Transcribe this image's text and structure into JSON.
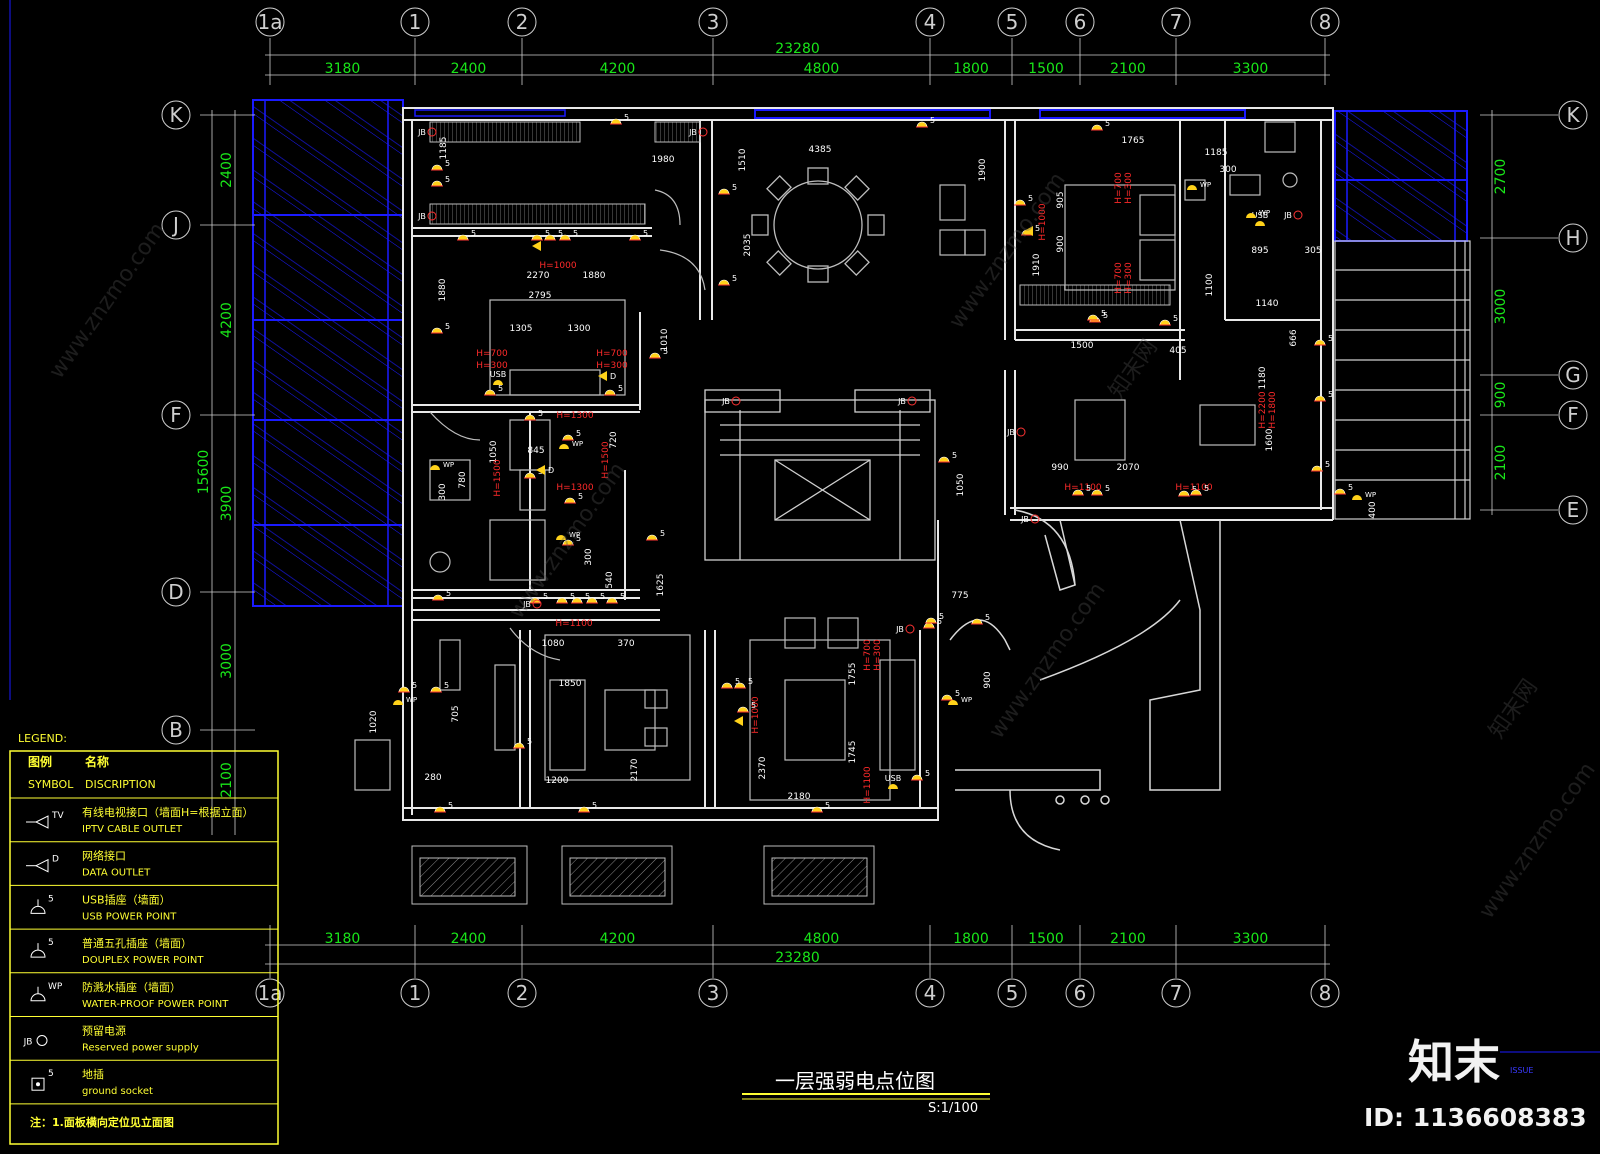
{
  "colors": {
    "background": "#000000",
    "dimension_green": "#19e619",
    "wall_white": "#e8e8e8",
    "furniture_gray": "#9a9a9a",
    "legend_yellow": "#ffff33",
    "height_red": "#ff2a2a",
    "blue_hatch": "#1a1aff",
    "outlet_yellow": "#ffd21a"
  },
  "grid_columns": {
    "top": [
      "1a",
      "1",
      "2",
      "3",
      "4",
      "5",
      "6",
      "7",
      "8"
    ],
    "bottom": [
      "1a",
      "1",
      "2",
      "3",
      "4",
      "5",
      "6",
      "7",
      "8"
    ]
  },
  "grid_rows": {
    "left": [
      "K",
      "J",
      "F",
      "D",
      "B"
    ],
    "right": [
      "K",
      "H",
      "G",
      "F",
      "E"
    ]
  },
  "dimensions": {
    "top_total": "23280",
    "top_segments": [
      "3180",
      "2400",
      "4200",
      "4800",
      "1800",
      "1500",
      "2100",
      "3300"
    ],
    "bottom_total": "23280",
    "bottom_segments": [
      "3180",
      "2400",
      "4200",
      "4800",
      "1800",
      "1500",
      "2100",
      "3300"
    ],
    "left_total": "15600",
    "left_segments": [
      "2400",
      "4200",
      "3900",
      "3000",
      "2100"
    ],
    "right_segments": [
      "2700",
      "3000",
      "900",
      "2100"
    ]
  },
  "annotations": {
    "dims": [
      "1185",
      "1980",
      "1510",
      "4385",
      "1900",
      "1765",
      "1185",
      "300",
      "2035",
      "2270",
      "1880",
      "1880",
      "2795",
      "1305",
      "1300",
      "1010",
      "905",
      "900",
      "1910",
      "1100",
      "895",
      "305",
      "1140",
      "1500",
      "405",
      "666",
      "1180",
      "1600",
      "990",
      "2070",
      "1050",
      "845",
      "720",
      "780",
      "300",
      "1625",
      "300",
      "540",
      "1050",
      "775",
      "900",
      "1080",
      "370",
      "1850",
      "1020",
      "705",
      "1755",
      "1745",
      "2370",
      "2180",
      "2170",
      "1200",
      "280",
      "400"
    ],
    "heights": [
      "H=1000",
      "H=700",
      "H=300",
      "H=700",
      "H=300",
      "H=1300",
      "H=1300",
      "H=1500",
      "H=1500",
      "H=1100",
      "H=1100",
      "H=1100",
      "H=700",
      "H=300",
      "H=700",
      "H=300",
      "H=2200",
      "H=1800",
      "H=1000",
      "H=1000",
      "H=700",
      "H=300",
      "H=1100"
    ],
    "jb": "JB",
    "usb": "USB",
    "wp": "WP",
    "tv": "TV",
    "d": "D",
    "five": "5"
  },
  "legend": {
    "heading": "LEGEND:",
    "col_symbol_cn": "图例",
    "col_desc_cn": "名称",
    "col_symbol_en": "SYMBOL",
    "col_desc_en": "DISCRIPTION",
    "items": [
      {
        "glyph": "TV",
        "cn": "有线电视接口（墙面H=根据立面）",
        "en": "IPTV CABLE   OUTLET",
        "icon": "tv-outlet-icon"
      },
      {
        "glyph": "D",
        "cn": "网络接口",
        "en": "DATA   OUTLET",
        "icon": "data-outlet-icon"
      },
      {
        "glyph": "5",
        "cn": "USB插座（墙面）",
        "en": "USB POWER POINT",
        "icon": "usb-socket-icon"
      },
      {
        "glyph": "5",
        "cn": "普通五孔插座（墙面）",
        "en": "DOUPLEX POWER POINT",
        "icon": "duplex-socket-icon"
      },
      {
        "glyph": "WP",
        "cn": "防溅水插座（墙面）",
        "en": "WATER-PROOF POWER POINT",
        "icon": "waterproof-socket-icon"
      },
      {
        "glyph": "JB",
        "cn": "预留电源",
        "en": "Reserved power supply",
        "icon": "reserved-power-icon"
      },
      {
        "glyph": "5",
        "cn": "地插",
        "en": "ground socket",
        "icon": "ground-socket-icon"
      }
    ],
    "note": "注：1.面板横向定位见立面图"
  },
  "title": {
    "main": "一层强弱电点位图",
    "scale": "S:1/100"
  },
  "watermark": {
    "brand": "知末",
    "id": "ID: 1136608383",
    "url": "www.znzmo.com",
    "site": "知末网",
    "issue": "ISSUE"
  }
}
